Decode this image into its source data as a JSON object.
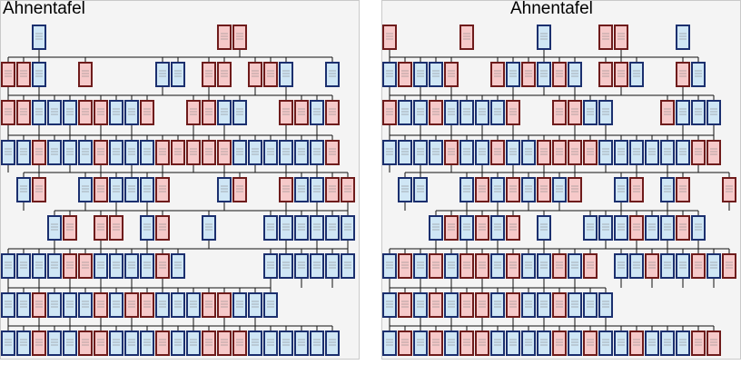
{
  "panels": [
    {
      "title": "Ahnentafel",
      "rows": [
        "  B           FF",
        "FFB  F    BB FF FFB  B",
        "FFBBBFFBBF  FFBB  FFBF",
        "BBFBBBFBBBFFFFFBBBBBBF",
        " BF  BFBBBF   BF  FBBFF",
        "   BF FF BF  B   BBBBBBF",
        "BBBBFFBBBBFB     BBBBBBF",
        "BBFBBBFBFFBBBFFBBB",
        "BBFBBFFBBBFBBFFFBBBBBB"
      ]
    },
    {
      "title": "Ahnentafel",
      "rows": [
        "F    F    B   FF   B    B",
        "BFBBF  FBFBFB FFB  FB",
        "FBBFBBBBF  FFBB   FBBB",
        "BBBBFBBFBBFFFFBBBBBBFF",
        " BB  BFBFBFBF  BF BF  FBFFB",
        "   BFBFBF B  BBBFBBFB",
        "BFBFBFFBFBBFBF BBFBBFBF",
        "BFBFBFFBFBBFBBB",
        "BFBFBFFBBBBFBFBBFBBBFF"
      ]
    }
  ],
  "colors": {
    "male_fill": "#cfe6f5",
    "male_border": "#1b2f6e",
    "female_fill": "#f6c9c9",
    "female_border": "#6e1b1b",
    "connector": "#111111",
    "panel_bg": "#f4f4f4"
  }
}
